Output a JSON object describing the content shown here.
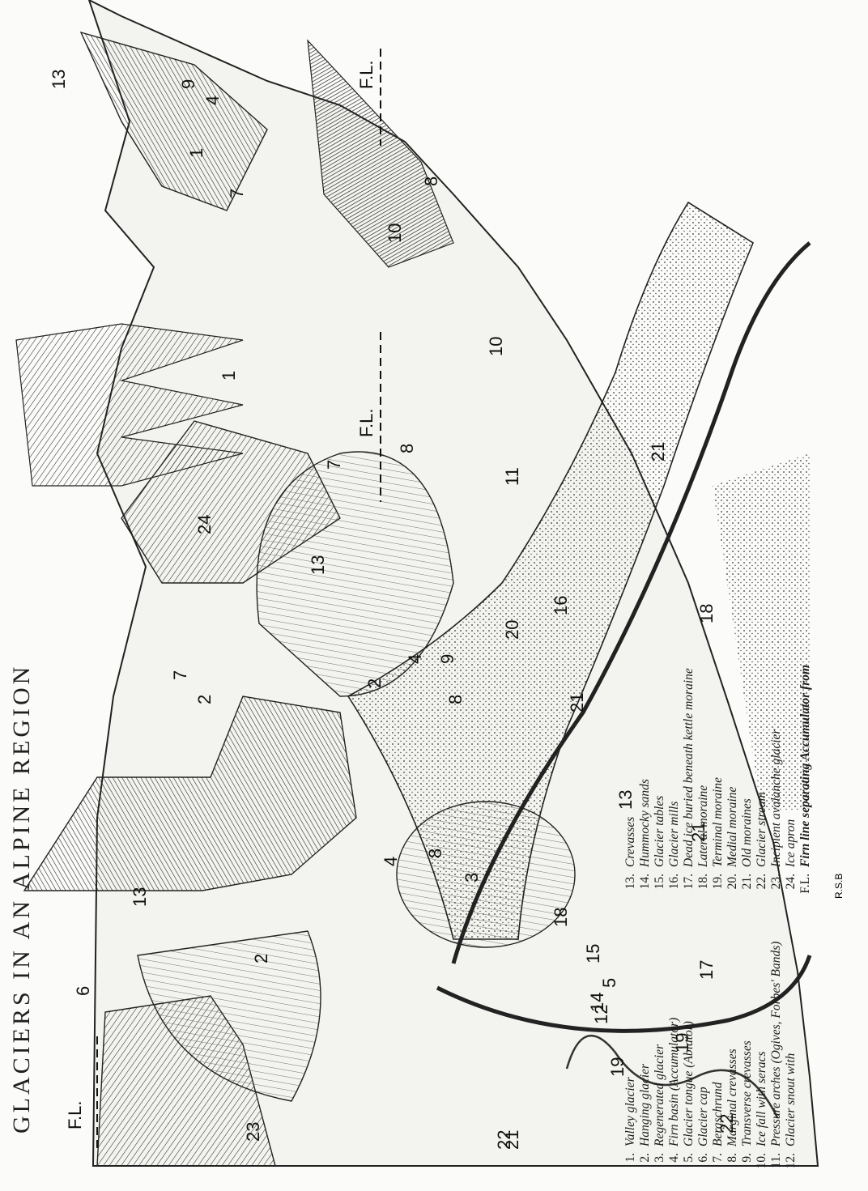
{
  "title": "GLACIERS IN AN ALPINE REGION",
  "artist_initials": "R.S.B",
  "legend": {
    "column_1": [
      {
        "num": "1.",
        "text": "Valley glacier"
      },
      {
        "num": "2.",
        "text": "Hanging glacier"
      },
      {
        "num": "3.",
        "text": "Regenerated glacier"
      },
      {
        "num": "4.",
        "text": "Firn basin (Accumulator)"
      },
      {
        "num": "5.",
        "text": "Glacier tongue (Ablator)"
      },
      {
        "num": "6.",
        "text": "Glacier cap"
      },
      {
        "num": "7.",
        "text": "Bergschrund"
      },
      {
        "num": "8.",
        "text": "Marginal crevasses"
      },
      {
        "num": "9.",
        "text": "Transverse crevasses"
      },
      {
        "num": "10.",
        "text": "Ice fall with seracs"
      },
      {
        "num": "11.",
        "text": "Pressure arches (Ogives, Forbes' Bands)"
      },
      {
        "num": "12.",
        "text": "Glacier snout with"
      }
    ],
    "column_2": [
      {
        "num": "13.",
        "text": "Crevasses"
      },
      {
        "num": "14.",
        "text": "Hummocky sands"
      },
      {
        "num": "15.",
        "text": "Glacier tables"
      },
      {
        "num": "16.",
        "text": "Glacier mills"
      },
      {
        "num": "17.",
        "text": "Dead ice buried beneath kettle moraine"
      },
      {
        "num": "18.",
        "text": "Lateral moraine"
      },
      {
        "num": "19.",
        "text": "Terminal moraine"
      },
      {
        "num": "20.",
        "text": "Medial moraine"
      },
      {
        "num": "21.",
        "text": "Old moraines"
      },
      {
        "num": "22.",
        "text": "Glacier stream"
      },
      {
        "num": "23.",
        "text": "Incipient avalanche glacier"
      },
      {
        "num": "24.",
        "text": "Ice apron"
      },
      {
        "num": "F.L.",
        "text": "Firn line separating Accumulator from",
        "bold": true
      }
    ]
  },
  "map_labels": {
    "n1a": "1",
    "n1b": "1",
    "n2a": "2",
    "n2b": "2",
    "n2c": "2",
    "n3": "3",
    "n4a": "4",
    "n4b": "4",
    "n4c": "4",
    "n5": "5",
    "n6": "6",
    "n7a": "7",
    "n7b": "7",
    "n7c": "7",
    "n8a": "8",
    "n8b": "8",
    "n8c": "8",
    "n8d": "8",
    "n9a": "9",
    "n9b": "9",
    "n10a": "10",
    "n10b": "10",
    "n11": "11",
    "n12": "12",
    "n13a": "13",
    "n13b": "13",
    "n13c": "13",
    "n13d": "13",
    "n14": "14",
    "n15": "15",
    "n16": "16",
    "n17": "17",
    "n18a": "18",
    "n18b": "18",
    "n19a": "19",
    "n19b": "19",
    "n20": "20",
    "n21a": "21",
    "n21b": "21",
    "n21c": "21",
    "n21d": "21",
    "n22a": "22",
    "n22b": "22",
    "n23": "23",
    "n24": "24",
    "fl1": "F.L.",
    "fl2": "F.L.",
    "fl3": "F.L."
  },
  "colors": {
    "ink": "#1a1a1a",
    "paper": "#fbfbf9"
  }
}
